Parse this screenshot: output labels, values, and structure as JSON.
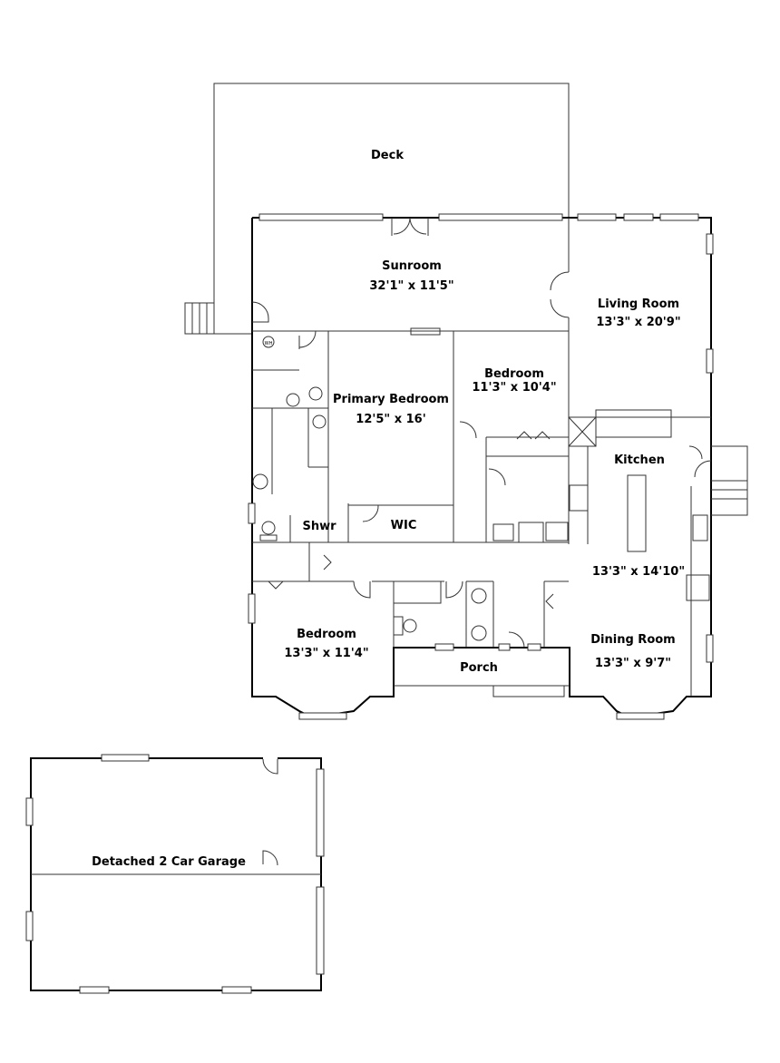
{
  "rooms": {
    "deck": {
      "name": "Deck"
    },
    "sunroom": {
      "name": "Sunroom",
      "size": "32'1\" x 11'5\""
    },
    "living": {
      "name": "Living Room",
      "size": "13'3\" x 20'9\""
    },
    "primary": {
      "name": "Primary Bedroom",
      "size": "12'5\" x 16'"
    },
    "bedroom2": {
      "name": "Bedroom",
      "size": "11'3\" x 10'4\""
    },
    "kitchen": {
      "name": "Kitchen",
      "size": "13'3\" x 14'10\""
    },
    "shwr": {
      "name": "Shwr"
    },
    "wic": {
      "name": "WIC"
    },
    "bedroom3": {
      "name": "Bedroom",
      "size": "13'3\" x 11'4\""
    },
    "porch": {
      "name": "Porch"
    },
    "dining": {
      "name": "Dining Room",
      "size": "13'3\" x 9'7\""
    },
    "garage": {
      "name": "Detached 2 Car Garage"
    }
  },
  "fixtures": {
    "water_heater": "WH"
  }
}
